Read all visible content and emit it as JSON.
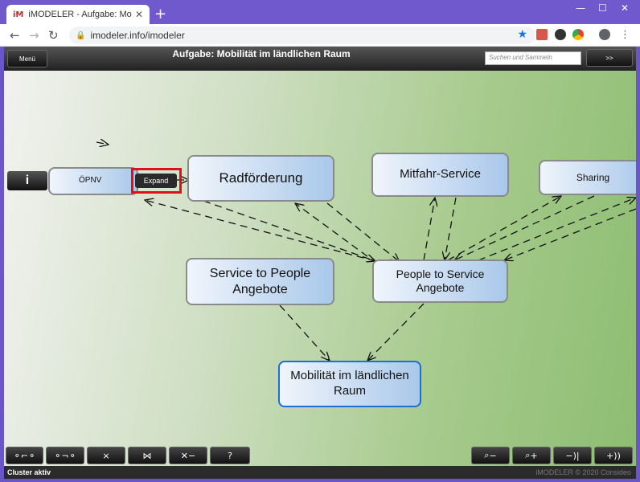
{
  "browser": {
    "tab_favicon": "iM",
    "tab_title": "iMODELER - Aufgabe: Mobilität i",
    "tab_close": "✕",
    "new_tab": "+",
    "url": "imodeler.info/imodeler",
    "minimize": "—",
    "maximize": "☐",
    "close": "✕",
    "back": "←",
    "forward": "→",
    "reload": "↻",
    "star": "★"
  },
  "app": {
    "menu_label": "Menü",
    "title": "Aufgabe: Mobilität im ländlichen Raum",
    "search_placeholder": "Suchen und Sammeln",
    "next_label": ">>"
  },
  "nodes": {
    "oepnv": "ÖPNV",
    "radfoerderung": "Radförderung",
    "mitfahr": "Mitfahr-Service",
    "sharing": "Sharing",
    "service_to_people_line1": "Service to People",
    "service_to_people_line2": "Angebote",
    "people_to_service_line1": "People to Service",
    "people_to_service_line2": "Angebote",
    "mobilitaet_line1": "Mobilität im ländlichen",
    "mobilitaet_line2": "Raum"
  },
  "controls": {
    "info": "i",
    "expand": "Expand",
    "help": "?",
    "zoom_out": "−",
    "zoom_in": "+",
    "collapse_right": "−)|",
    "expand_right": "+))"
  },
  "status": {
    "text": "Cluster aktiv",
    "copyright": "iMODELER © 2020 Consideo"
  }
}
